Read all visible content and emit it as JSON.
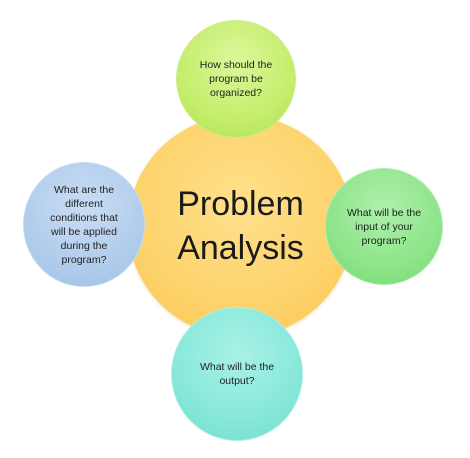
{
  "center": {
    "title_line1": "Problem",
    "title_line2": "Analysis",
    "color": "#fdd46e"
  },
  "nodes": [
    {
      "position": "top",
      "lines": [
        "How should the",
        "program be",
        "organized?"
      ],
      "color": "#c5ee6c"
    },
    {
      "position": "right",
      "lines": [
        "What will be the",
        "input of your",
        "program?"
      ],
      "color": "#8ee58a"
    },
    {
      "position": "bottom",
      "lines": [
        "What will be the",
        "output?"
      ],
      "color": "#87e8da"
    },
    {
      "position": "left",
      "lines": [
        "What are the",
        "different",
        "conditions that",
        "will be applied",
        "during the",
        "program?"
      ],
      "color": "#b1cdec"
    }
  ]
}
